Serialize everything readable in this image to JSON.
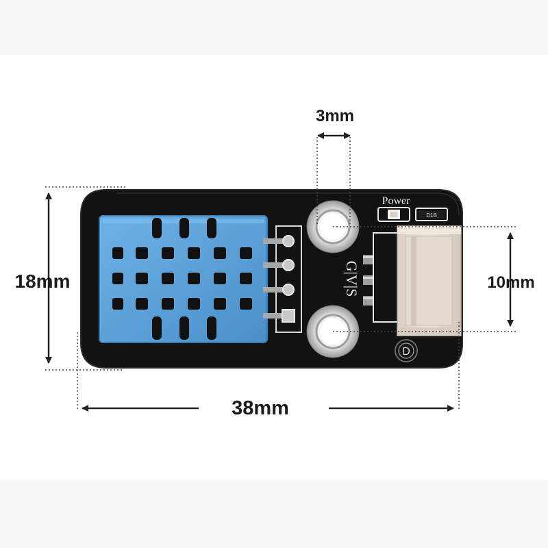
{
  "dimensions": {
    "height_label": "18mm",
    "width_label": "38mm",
    "hole_diameter_label": "3mm",
    "hole_spacing_label": "10mm"
  },
  "silkscreen": {
    "power_label": "Power",
    "pin_labels": "G|V|S",
    "led_label": "D1B",
    "mark_label": "D"
  },
  "colors": {
    "board": "#111111",
    "sensor_blue": "#5ba3dc",
    "connector": "#e6dcd0",
    "dimension_lines": "#222222"
  }
}
